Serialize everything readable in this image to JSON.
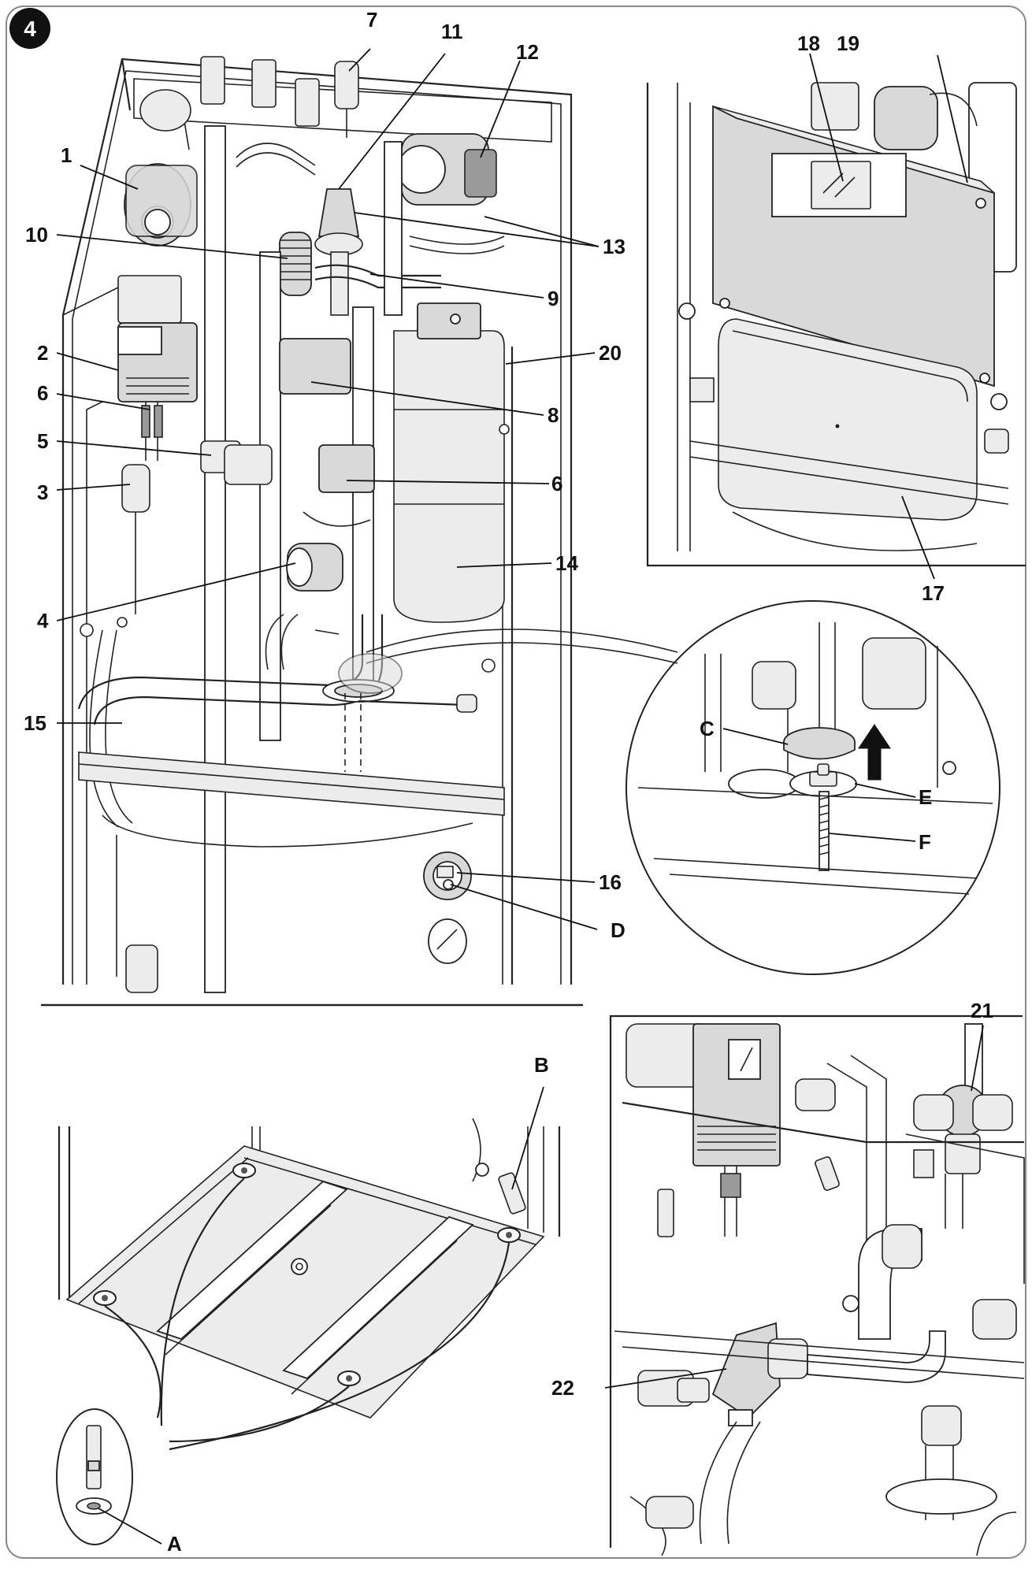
{
  "figure": {
    "number": "4",
    "labels": [
      "1",
      "2",
      "3",
      "4",
      "5",
      "6",
      "6",
      "7",
      "8",
      "9",
      "10",
      "11",
      "12",
      "13",
      "14",
      "15",
      "16",
      "17",
      "18",
      "19",
      "20",
      "21",
      "22",
      "A",
      "B",
      "C",
      "D",
      "E",
      "F"
    ]
  },
  "colors": {
    "line": "#222222",
    "panel_fill": "#d9d9d9",
    "background": "#ffffff",
    "badge": "#111111"
  }
}
